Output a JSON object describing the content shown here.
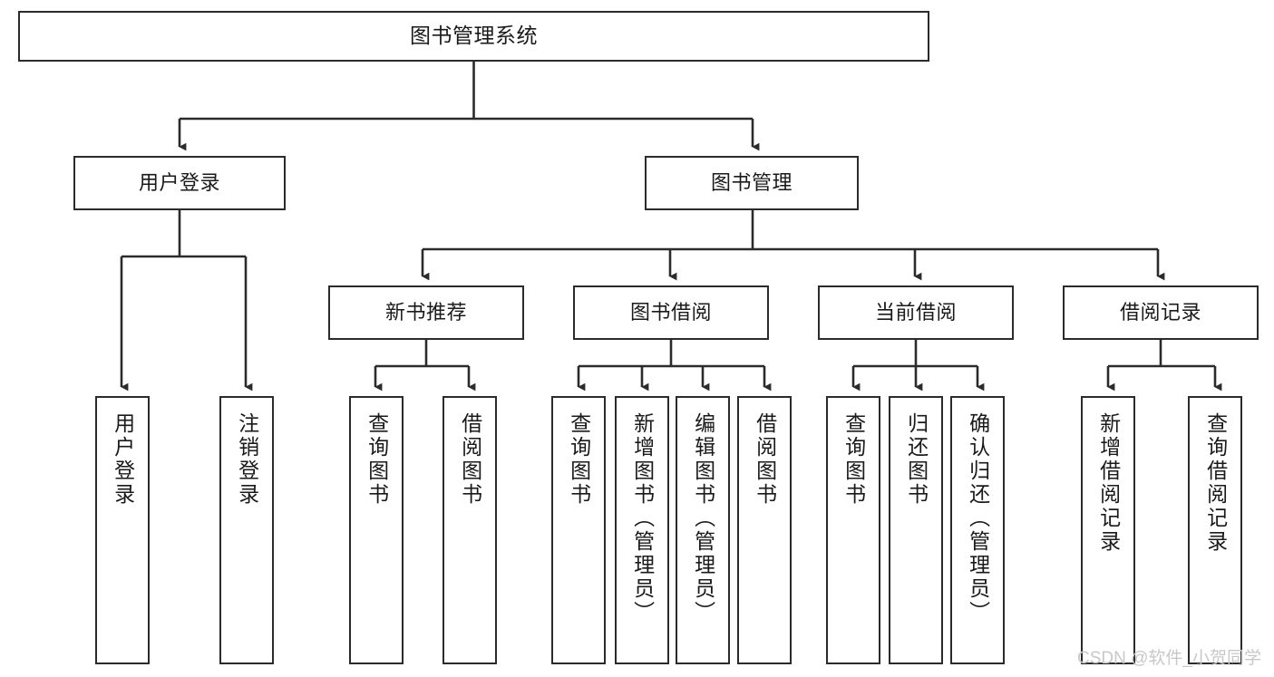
{
  "diagram": {
    "type": "tree-hierarchy",
    "root": {
      "label": "图书管理系统"
    },
    "level2": [
      {
        "label": "用户登录"
      },
      {
        "label": "图书管理"
      }
    ],
    "level3": [
      {
        "label": "新书推荐"
      },
      {
        "label": "图书借阅"
      },
      {
        "label": "当前借阅"
      },
      {
        "label": "借阅记录"
      }
    ],
    "leaves": {
      "user_login": [
        {
          "label": "用户登录"
        },
        {
          "label": "注销登录"
        }
      ],
      "new_book_recommend": [
        {
          "label": "查询图书"
        },
        {
          "label": "借阅图书"
        }
      ],
      "book_borrow": [
        {
          "label": "查询图书"
        },
        {
          "label": "新增图书（管理员）"
        },
        {
          "label": "编辑图书（管理员）"
        },
        {
          "label": "借阅图书"
        }
      ],
      "current_borrow": [
        {
          "label": "查询图书"
        },
        {
          "label": "归还图书"
        },
        {
          "label": "确认归还（管理员）"
        }
      ],
      "borrow_record": [
        {
          "label": "新增借阅记录"
        },
        {
          "label": "查询借阅记录"
        }
      ]
    }
  },
  "watermark": {
    "text": "CSDN @软件_小贺同学"
  },
  "colors": {
    "stroke": "#2b2b2b",
    "fill": "#ffffff",
    "text": "#1a1a1a",
    "watermark": "#c8c8c8"
  }
}
